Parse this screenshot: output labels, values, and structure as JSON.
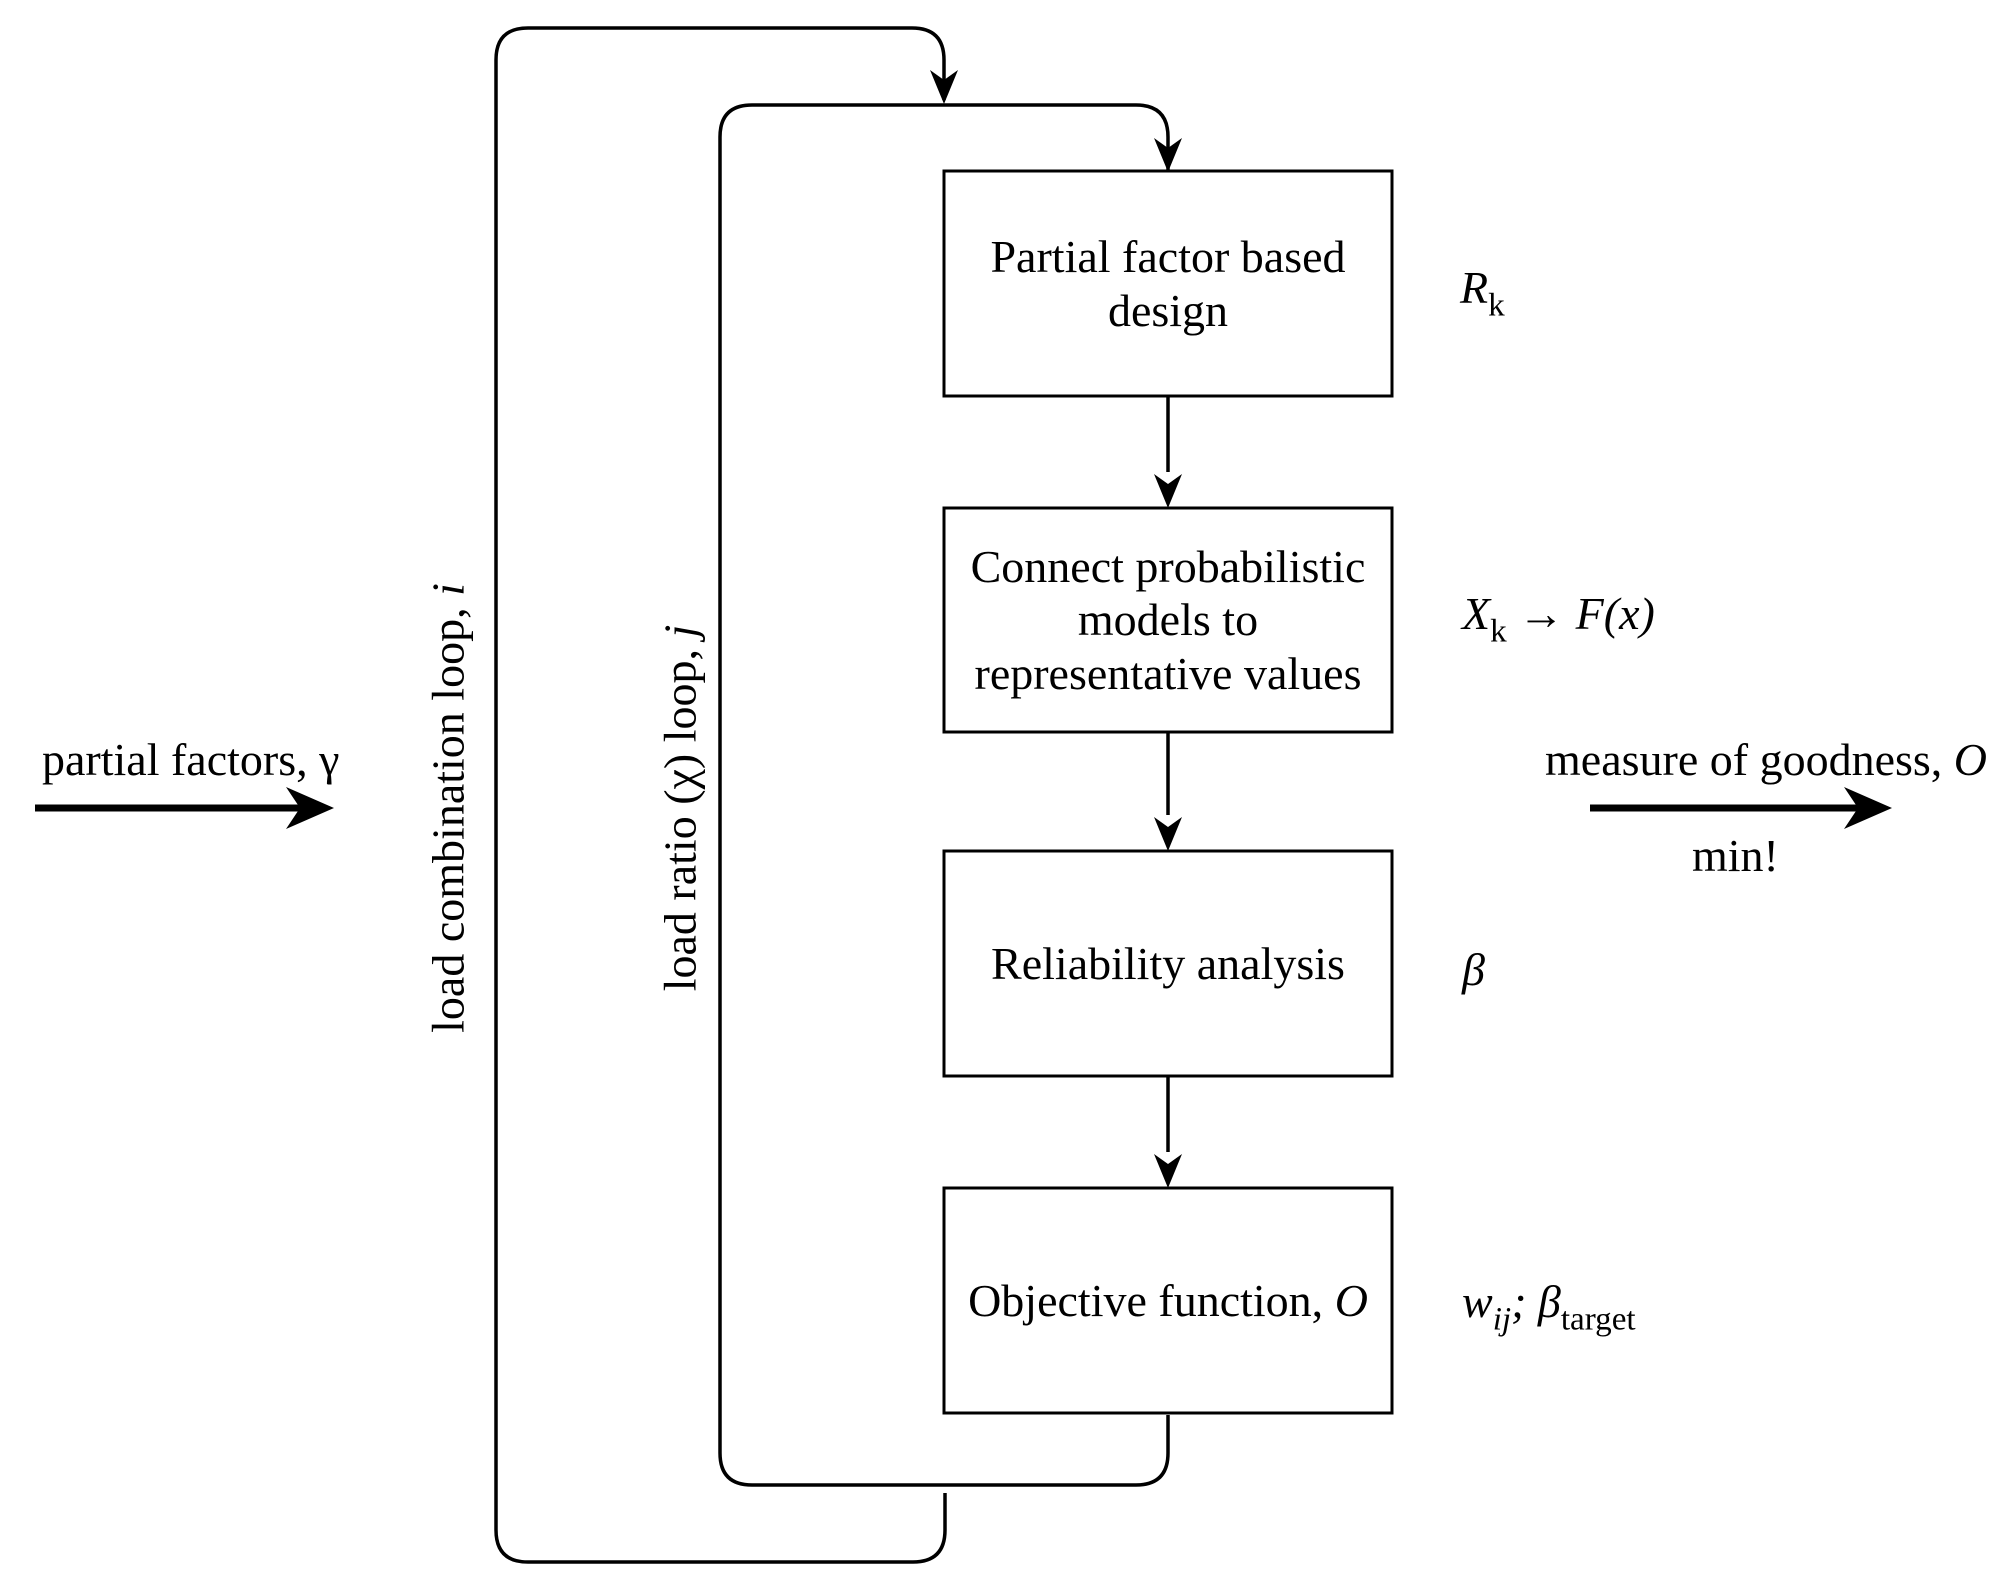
{
  "input": {
    "label": "partial factors, γ"
  },
  "output": {
    "label": "measure of goodness,",
    "symbol": "O",
    "note": "min!"
  },
  "loops": {
    "outer": {
      "label": "load combination loop,",
      "index": "i"
    },
    "inner": {
      "label": "load ratio (χ) loop,",
      "index": "j"
    }
  },
  "steps": [
    {
      "lines": [
        "Partial factor based",
        "design"
      ]
    },
    {
      "lines": [
        "Connect probabilistic",
        "models to",
        "representative values"
      ]
    },
    {
      "lines": [
        "Reliability analysis"
      ]
    },
    {
      "text": "Objective function,",
      "symbol": "O"
    }
  ],
  "annotations": {
    "rk": {
      "main": "R",
      "sub": "k"
    },
    "xk": {
      "main": "X",
      "sub": "k",
      "arrow": "→",
      "func": "F(x)"
    },
    "beta": {
      "symbol": "β"
    },
    "weights": {
      "w": "w",
      "w_sub": "ij",
      "sep": ";",
      "beta": "β",
      "beta_sub": "target"
    }
  }
}
